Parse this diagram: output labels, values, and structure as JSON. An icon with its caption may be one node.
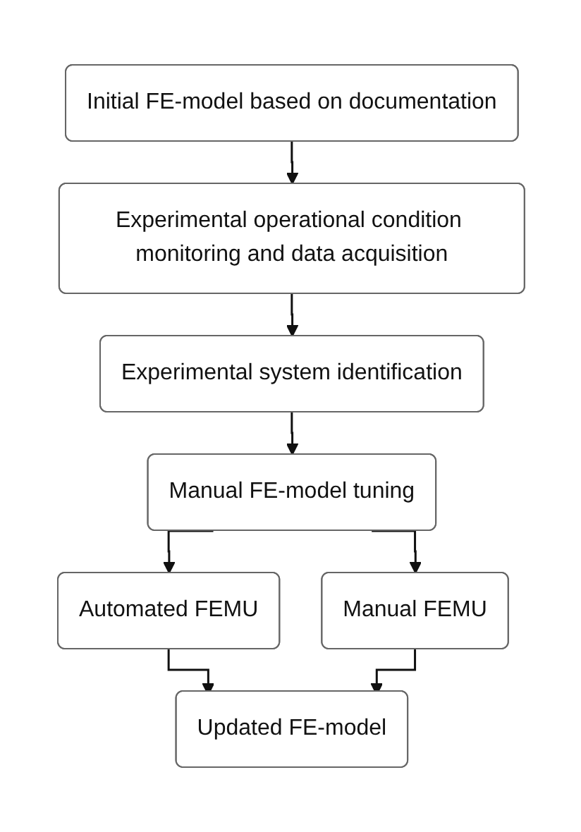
{
  "diagram": {
    "nodes": [
      {
        "text": [
          "Initial FE-model based on documentation"
        ]
      },
      {
        "text": [
          "Experimental operational condition monitoring and data acquisition"
        ]
      },
      {
        "text": [
          "Experimental system identification"
        ]
      },
      {
        "text": [
          "Manual FE-model tuning"
        ]
      },
      {
        "text": [
          "Automated FEMU"
        ]
      },
      {
        "text": [
          "Manual FEMU"
        ]
      },
      {
        "text": [
          "Updated FE-model"
        ]
      }
    ],
    "edges": [
      {
        "from": 0,
        "to": 1,
        "arrow": "to"
      },
      {
        "from": 1,
        "to": 2,
        "arrow": "to"
      },
      {
        "from": 2,
        "to": 3,
        "arrow": "to"
      },
      {
        "from": 3,
        "to": 4,
        "arrow": "to"
      },
      {
        "from": 3,
        "to": 5,
        "arrow": "to"
      },
      {
        "from": 4,
        "to": 6,
        "arrow": "to"
      },
      {
        "from": 5,
        "to": 6,
        "arrow": "to"
      }
    ]
  }
}
